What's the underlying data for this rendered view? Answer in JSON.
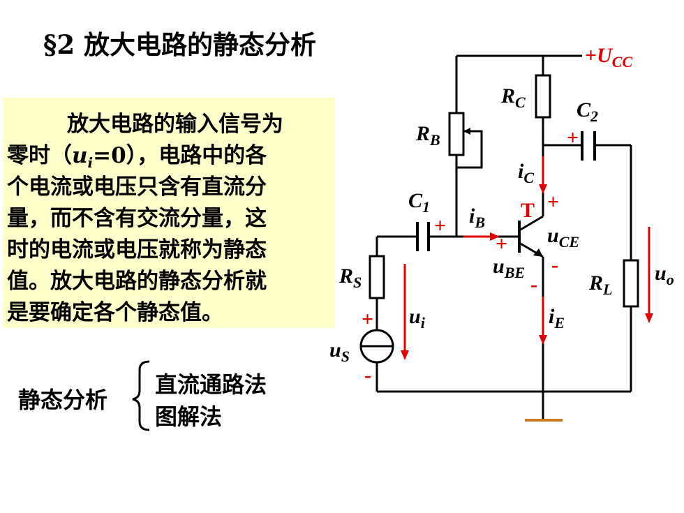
{
  "title": "§2  放大电路的静态分析",
  "paragraph": {
    "line1": "放大电路的输入信号为",
    "line2_a": "零时（",
    "line2_var": "u",
    "line2_sub": "i",
    "line2_b": "=0），电路中的各",
    "line3": "个电流或电压只含有直流分",
    "line4": "量，而不含有交流分量，这",
    "line5": "时的电流或电压就称为静态",
    "line6": "值。放大电路的静态分析就",
    "line7": "是要确定各个静态值。"
  },
  "methods": {
    "label": "静态分析",
    "items": [
      "直流通路法",
      "图解法"
    ]
  },
  "circuit": {
    "vcc": {
      "sign": "+",
      "u": "U",
      "sub": "CC"
    },
    "rc": {
      "main": "R",
      "sub": "C"
    },
    "rb": {
      "main": "R",
      "sub": "B"
    },
    "c2": {
      "main": "C",
      "sub": "2"
    },
    "c1": {
      "main": "C",
      "sub": "1"
    },
    "ic": {
      "main": "i",
      "sub": "C"
    },
    "ib": {
      "main": "i",
      "sub": "B"
    },
    "ie": {
      "main": "i",
      "sub": "E"
    },
    "transistor": "T",
    "uce": {
      "main": "u",
      "sub": "CE"
    },
    "ube": {
      "main": "u",
      "sub": "BE"
    },
    "rs": {
      "main": "R",
      "sub": "S"
    },
    "rl": {
      "main": "R",
      "sub": "L"
    },
    "ui": {
      "main": "u",
      "sub": "i"
    },
    "uo": {
      "main": "u",
      "sub": "o"
    },
    "us": {
      "main": "u",
      "sub": "S"
    },
    "plus": "+",
    "minus": "-",
    "colors": {
      "wire": "#000000",
      "accent": "#e00000",
      "ground": "#cc7722",
      "highlight": "#ffffcc"
    }
  }
}
